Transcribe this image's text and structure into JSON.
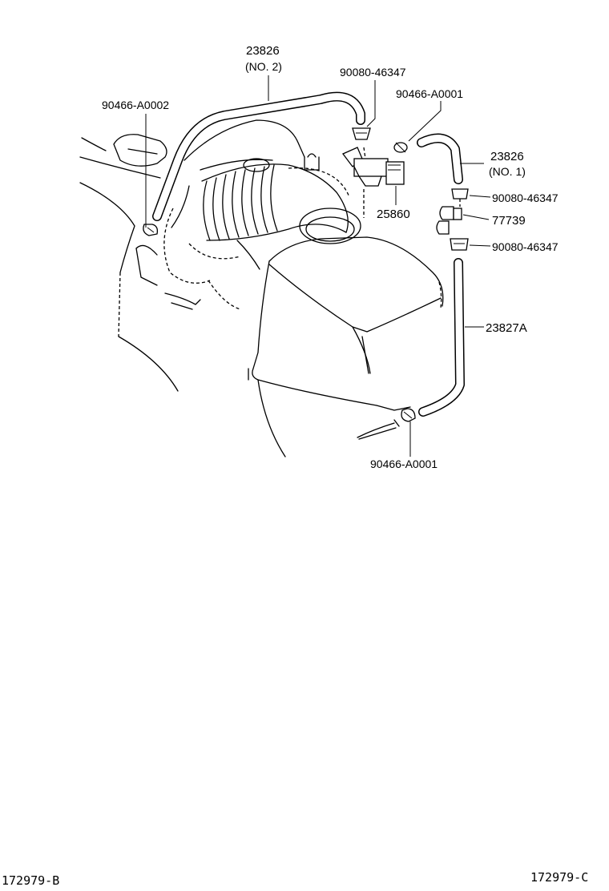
{
  "callouts": {
    "hose_no2_number": "23826",
    "hose_no2_variant": "(NO. 2)",
    "clamp_top_left": "90466-A0002",
    "clip_top": "90080-46347",
    "clamp_top_right": "90466-A0001",
    "hose_no1_number": "23826",
    "hose_no1_variant": "(NO. 1)",
    "clip_right_1": "90080-46347",
    "valve": "77739",
    "clip_right_2": "90080-46347",
    "hose_lower": "23827A",
    "vsv": "25860",
    "clamp_bottom": "90466-A0001"
  },
  "footer": {
    "left_code": "172979-B",
    "right_code": "172979-C"
  }
}
